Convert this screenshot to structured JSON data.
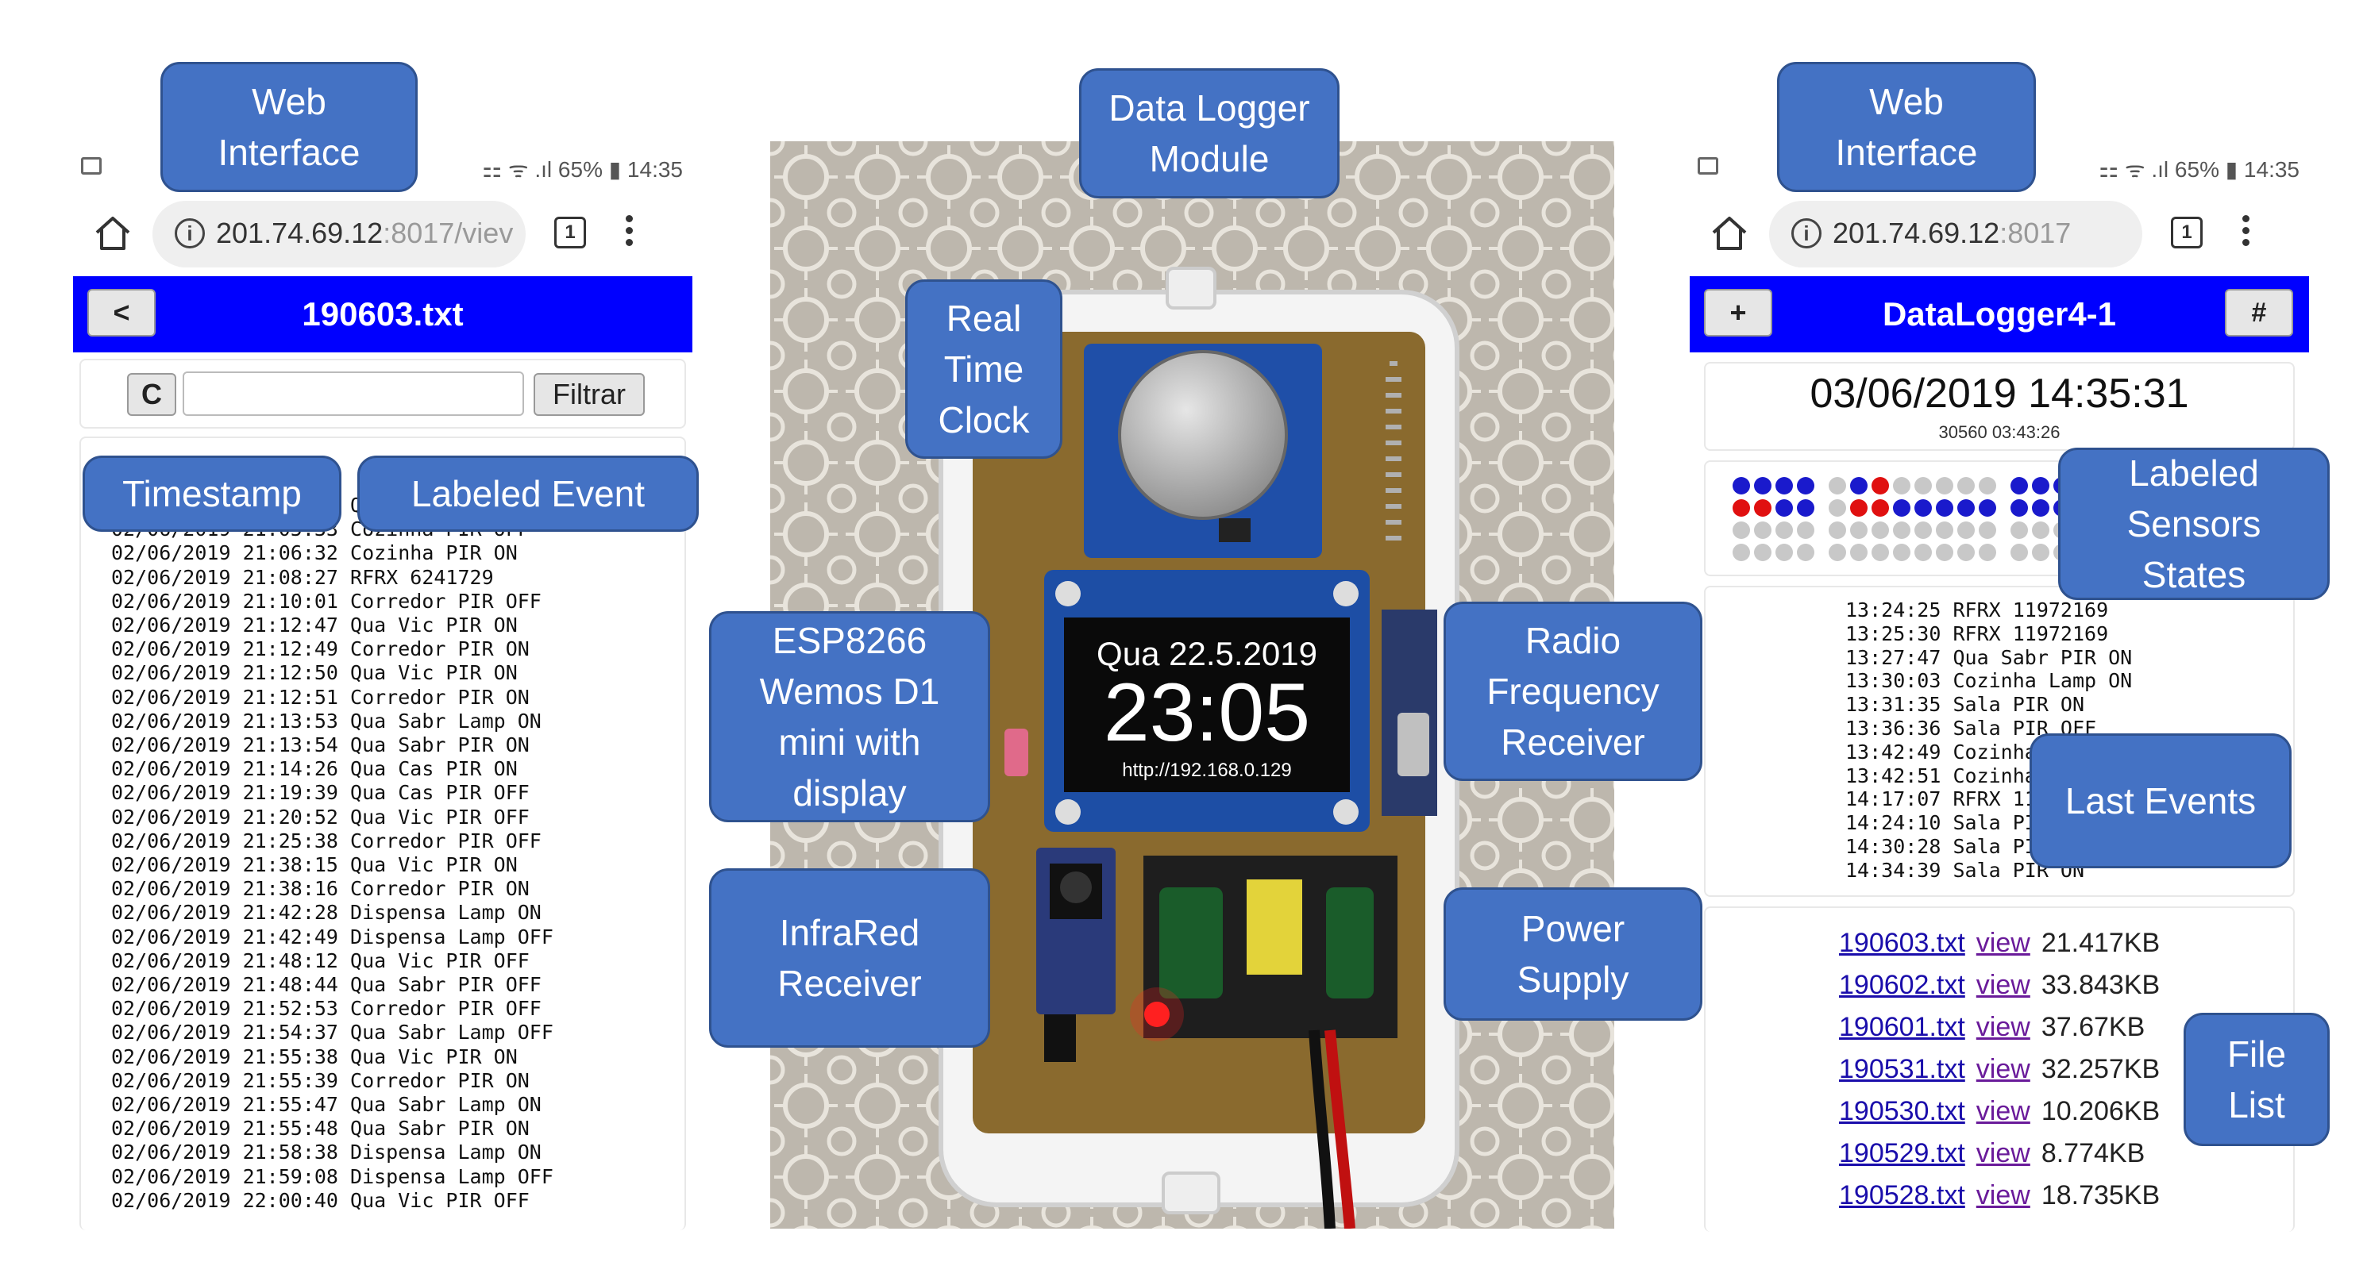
{
  "left_phone": {
    "status": {
      "right": "⚏ ᯤ .ıl 65% ▮ 14:35"
    },
    "url": {
      "host": "201.74.69.12",
      "rest": ":8017/viev"
    },
    "tab_count": "1",
    "header": {
      "back_label": "<",
      "title": "190603.txt"
    },
    "filter": {
      "clear_label": "C",
      "input_value": "",
      "filter_label": "Filtrar"
    },
    "log_lines": [
      "02/06/2019 21:05:01 Qua Vic PIR OFF",
      "02/06/2019 21:05:33 Cozinha PIR OFF",
      "02/06/2019 21:06:32 Cozinha PIR ON",
      "02/06/2019 21:08:27 RFRX 6241729",
      "02/06/2019 21:10:01 Corredor PIR OFF",
      "02/06/2019 21:12:47 Qua Vic PIR ON",
      "02/06/2019 21:12:49 Corredor PIR ON",
      "02/06/2019 21:12:50 Qua Vic PIR ON",
      "02/06/2019 21:12:51 Corredor PIR ON",
      "02/06/2019 21:13:53 Qua Sabr Lamp ON",
      "02/06/2019 21:13:54 Qua Sabr PIR ON",
      "02/06/2019 21:14:26 Qua Cas PIR ON",
      "02/06/2019 21:19:39 Qua Cas PIR OFF",
      "02/06/2019 21:20:52 Qua Vic PIR OFF",
      "02/06/2019 21:25:38 Corredor PIR OFF",
      "02/06/2019 21:38:15 Qua Vic PIR ON",
      "02/06/2019 21:38:16 Corredor PIR ON",
      "02/06/2019 21:42:28 Dispensa Lamp ON",
      "02/06/2019 21:42:49 Dispensa Lamp OFF",
      "02/06/2019 21:48:12 Qua Vic PIR OFF",
      "02/06/2019 21:48:44 Qua Sabr PIR OFF",
      "02/06/2019 21:52:53 Corredor PIR OFF",
      "02/06/2019 21:54:37 Qua Sabr Lamp OFF",
      "02/06/2019 21:55:38 Qua Vic PIR ON",
      "02/06/2019 21:55:39 Corredor PIR ON",
      "02/06/2019 21:55:47 Qua Sabr Lamp ON",
      "02/06/2019 21:55:48 Qua Sabr PIR ON",
      "02/06/2019 21:58:38 Dispensa Lamp ON",
      "02/06/2019 21:59:08 Dispensa Lamp OFF",
      "02/06/2019 22:00:40 Qua Vic PIR OFF"
    ]
  },
  "right_phone": {
    "status": {
      "right": "⚏ ᯤ .ıl 65% ▮ 14:35"
    },
    "url": {
      "host": "201.74.69.12",
      "rest": ":8017"
    },
    "tab_count": "1",
    "header": {
      "add_label": "+",
      "title": "DataLogger4-1",
      "hash_label": "#"
    },
    "datetime": "03/06/2019 14:35:31",
    "uptime": "30560 03:43:26",
    "sensor_dots": {
      "colors": {
        "blue": "#1a1acc",
        "red": "#e01010",
        "gray": "#c8c8c8"
      },
      "rows": [
        [
          "blue",
          "blue",
          "blue",
          "blue",
          "gray",
          "blue",
          "red",
          "gray",
          "gray",
          "gray",
          "gray",
          "gray",
          "blue",
          "blue",
          "blue",
          "blue"
        ],
        [
          "red",
          "red",
          "blue",
          "blue",
          "gray",
          "red",
          "red",
          "blue",
          "blue",
          "blue",
          "blue",
          "blue",
          "blue",
          "blue",
          "blue",
          "gray"
        ],
        [
          "gray",
          "gray",
          "gray",
          "gray",
          "gray",
          "gray",
          "gray",
          "gray",
          "gray",
          "gray",
          "gray",
          "gray",
          "gray",
          "gray",
          "gray",
          "gray"
        ],
        [
          "gray",
          "gray",
          "gray",
          "gray",
          "gray",
          "gray",
          "gray",
          "gray",
          "gray",
          "gray",
          "gray",
          "gray",
          "gray",
          "gray",
          "gray",
          "gray"
        ]
      ]
    },
    "events": [
      "13:24:25 RFRX 11972169",
      "13:25:30 RFRX 11972169",
      "13:27:47 Qua Sabr PIR ON",
      "13:30:03 Cozinha Lamp ON",
      "13:31:35 Sala PIR ON",
      "13:36:36 Sala PIR OFF",
      "13:42:49 Cozinha PIR ON",
      "13:42:51 Cozinha PIR OFF",
      "14:17:07 RFRX 11972169",
      "14:24:10 Sala PIR OFF",
      "14:30:28 Sala PIR ON",
      "14:34:39 Sala PIR ON"
    ],
    "files": [
      {
        "name": "190603.txt",
        "view": "view",
        "size": "21.417KB"
      },
      {
        "name": "190602.txt",
        "view": "view",
        "size": "33.843KB"
      },
      {
        "name": "190601.txt",
        "view": "view",
        "size": "37.67KB"
      },
      {
        "name": "190531.txt",
        "view": "view",
        "size": "32.257KB"
      },
      {
        "name": "190530.txt",
        "view": "view",
        "size": "10.206KB"
      },
      {
        "name": "190529.txt",
        "view": "view",
        "size": "8.774KB"
      },
      {
        "name": "190528.txt",
        "view": "view",
        "size": "18.735KB"
      }
    ]
  },
  "device": {
    "oled_line1": "Qua 22.5.2019",
    "oled_time": "23:05",
    "oled_url": "http://192.168.0.129"
  },
  "callouts": {
    "web_interface_left": "Web\nInterface",
    "web_interface_right": "Web\nInterface",
    "data_logger": "Data Logger\nModule",
    "real_time_clock": "Real\nTime\nClock",
    "timestamp": "Timestamp",
    "labeled_event": "Labeled Event",
    "esp8266": "ESP8266\nWemos D1\nmini with\ndisplay",
    "infrared": "InfraRed\nReceiver",
    "radio": "Radio\nFrequency\nReceiver",
    "power": "Power\nSupply",
    "labeled_sensors": "Labeled\nSensors\nStates",
    "last_events": "Last Events",
    "file_list": "File\nList"
  },
  "colors": {
    "callout_fill": "#4472c4",
    "header_blue": "#0000ff",
    "link_blue": "#1a0dab"
  }
}
